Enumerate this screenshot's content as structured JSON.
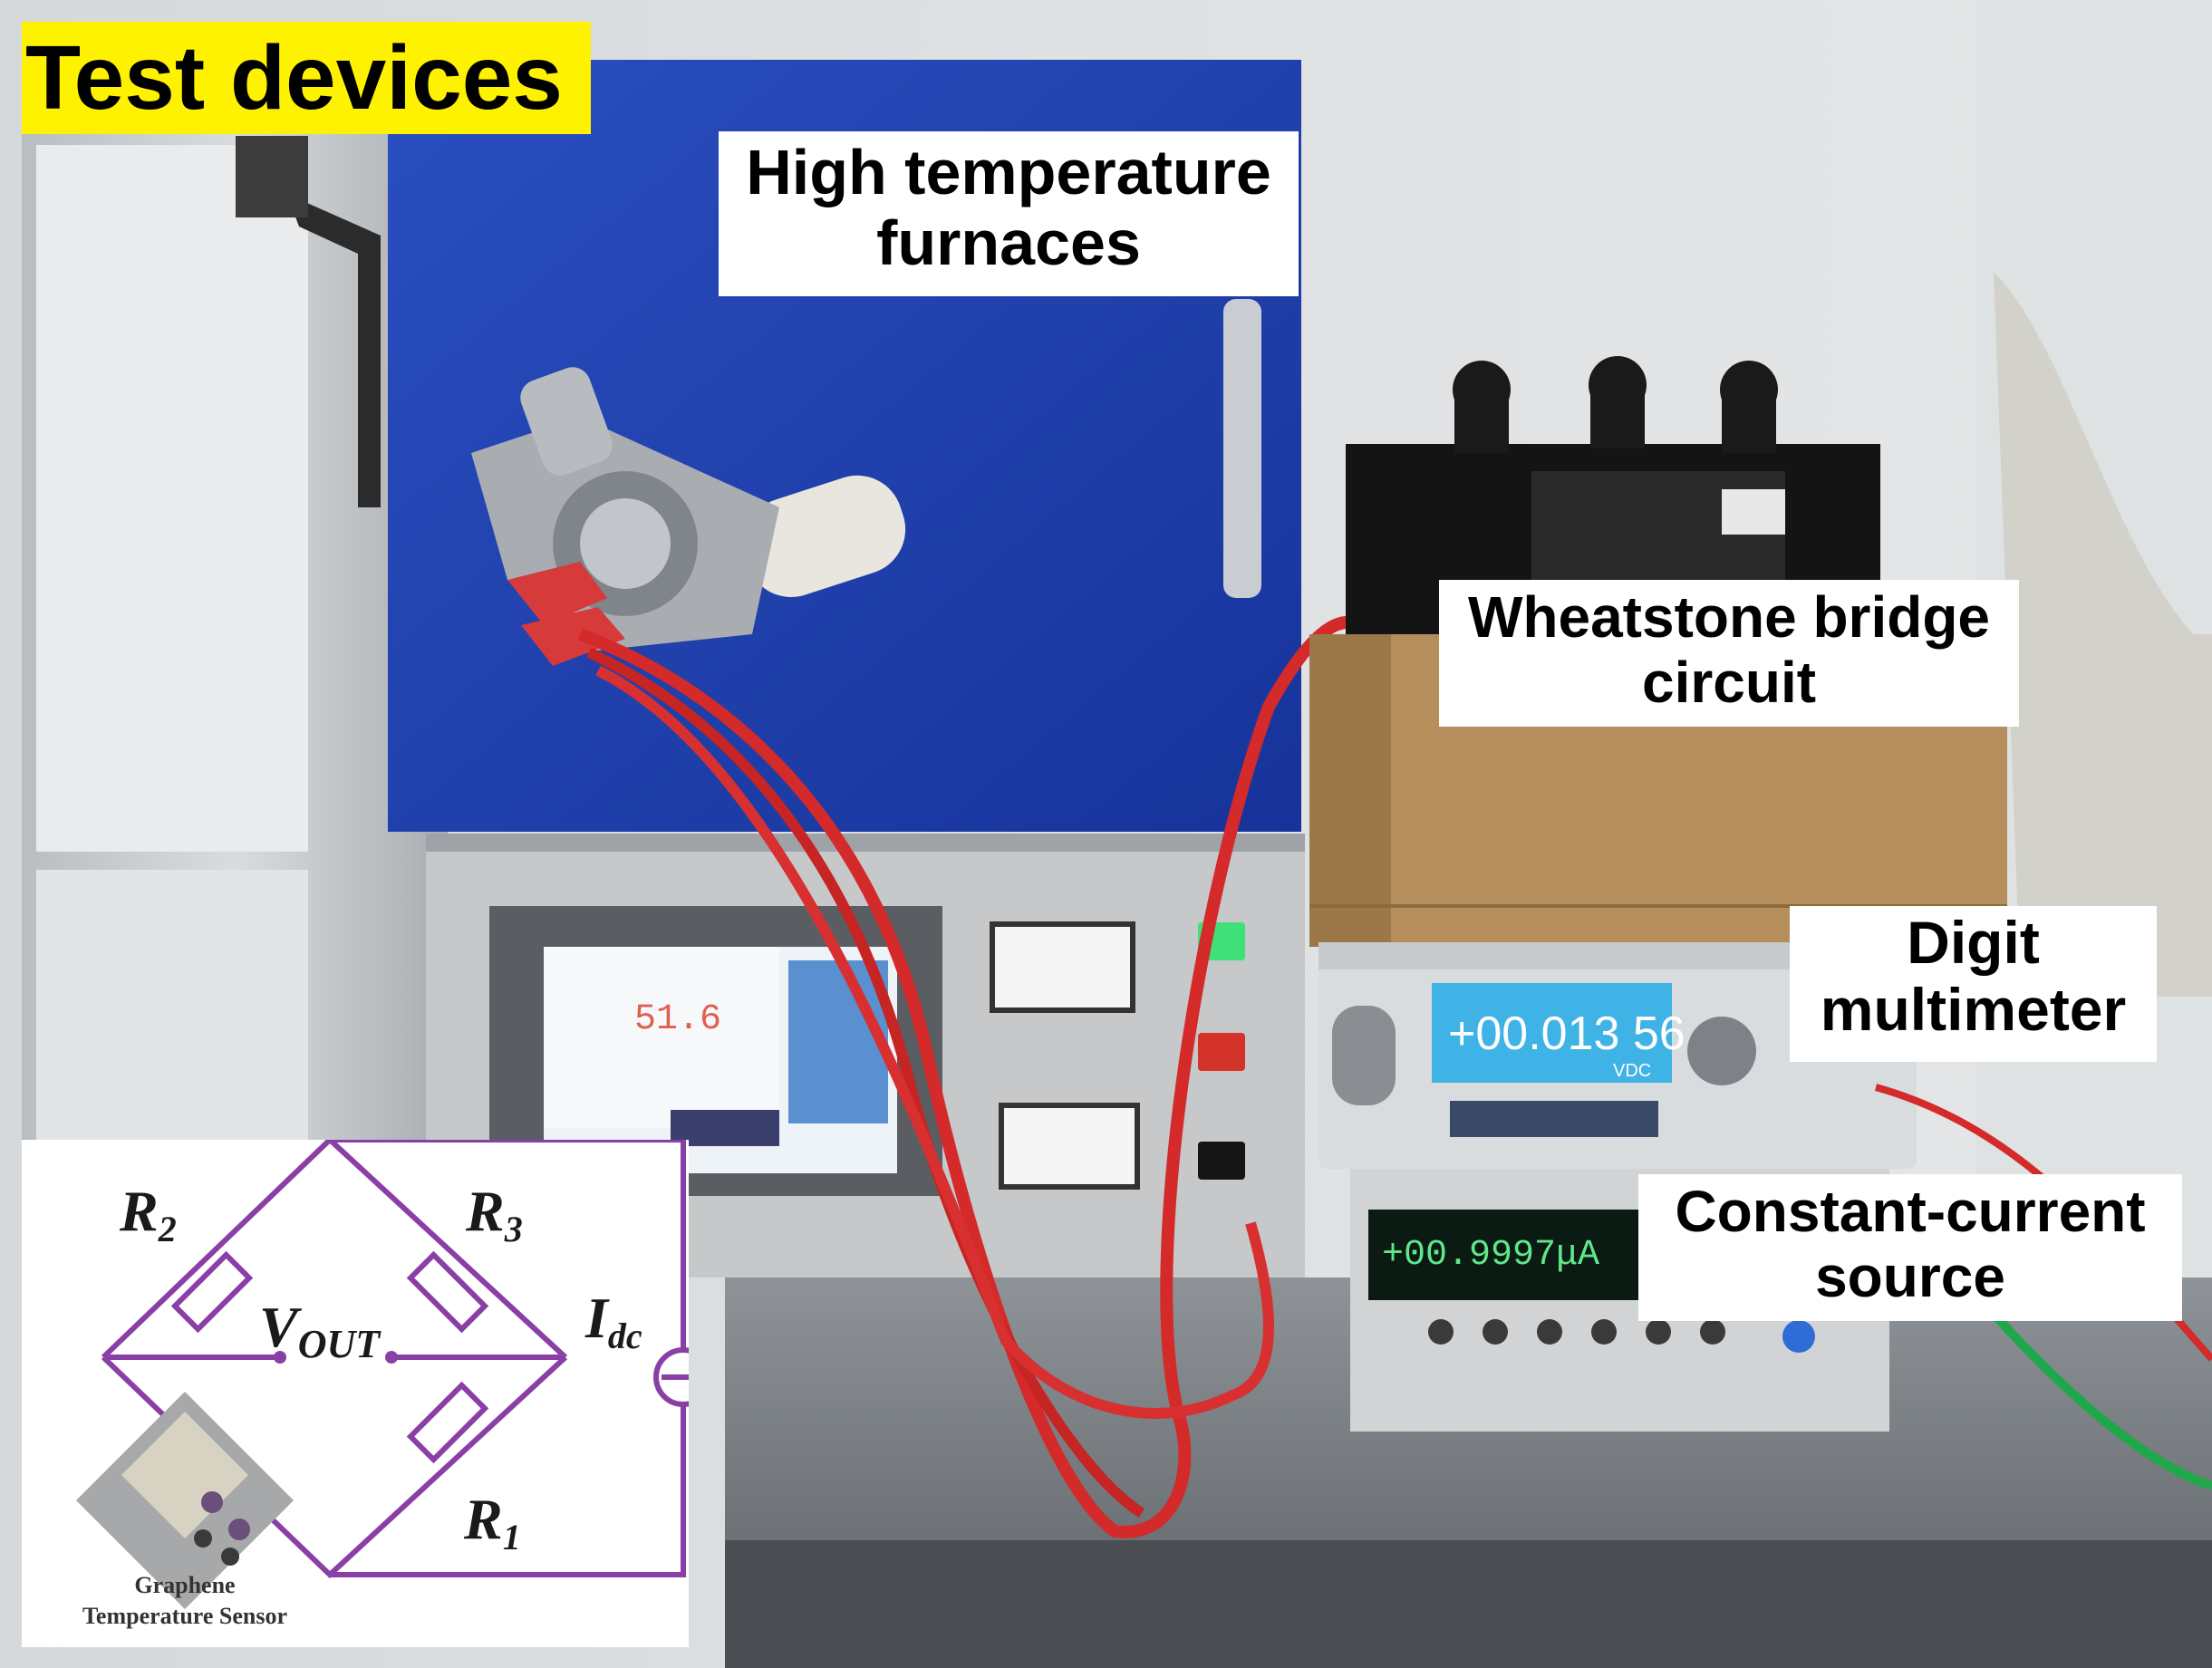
{
  "labels": {
    "test_devices": "Test devices",
    "furnace": [
      "High temperature",
      "furnaces"
    ],
    "wheatstone": [
      "Wheatstone bridge",
      "circuit"
    ],
    "multimeter": [
      "Digit",
      "multimeter"
    ],
    "current_source": [
      "Constant-current",
      "source"
    ]
  },
  "displays": {
    "furnace_screen": "51.6",
    "multimeter": "+00.013 56",
    "multimeter_unit": "VDC",
    "current_source": "+00.9997μA"
  },
  "circuit": {
    "r2": "R",
    "r2_sub": "2",
    "r3": "R",
    "r3_sub": "3",
    "r1": "R",
    "r1_sub": "1",
    "vout": "V",
    "vout_sub": "OUT",
    "idc": "I",
    "idc_sub": "dc",
    "sensor_label": [
      "Graphene",
      "Temperature Sensor"
    ]
  },
  "colors": {
    "highlight": "#fff200",
    "circuit_wire": "#8a3fa6",
    "furnace_blue": "#1f3fa8",
    "cable_red": "#d42a2a",
    "box_brown": "#b58e5c"
  }
}
